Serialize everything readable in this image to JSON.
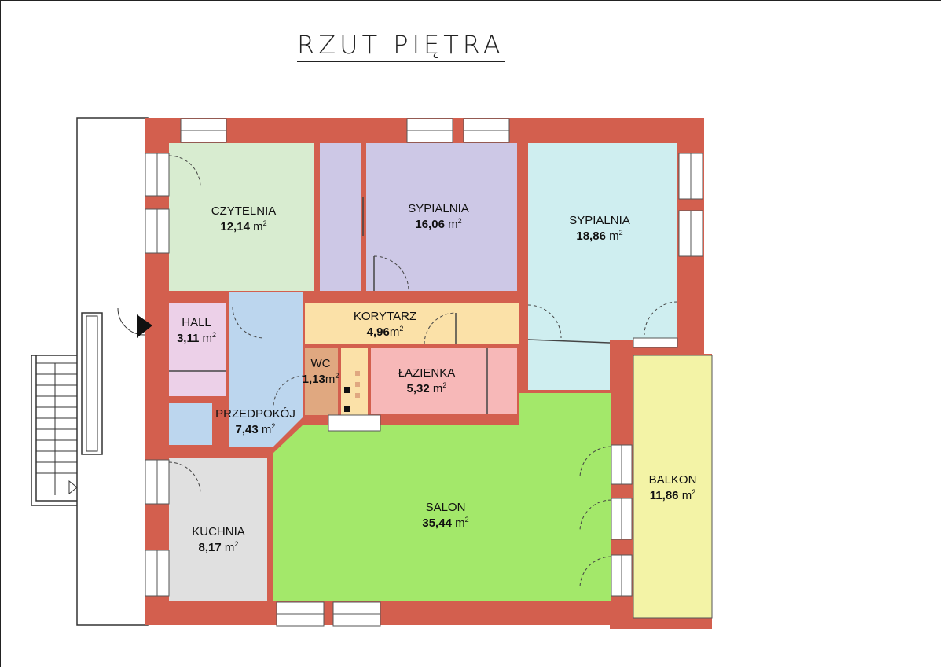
{
  "title": "RZUT PIĘTRA",
  "unit": "m",
  "unit_exp": "2",
  "rooms": [
    {
      "name": "CZYTELNIA",
      "area": "12,14"
    },
    {
      "name": "SYPIALNIA",
      "area": "16,06"
    },
    {
      "name": "SYPIALNIA",
      "area": "18,86"
    },
    {
      "name": "HALL",
      "area": "3,11"
    },
    {
      "name": "KORYTARZ",
      "area": "4,96"
    },
    {
      "name": "WC",
      "area": "1,13"
    },
    {
      "name": "ŁAZIENKA",
      "area": "5,32"
    },
    {
      "name": "PRZEDPOKÓJ",
      "area": "7,43"
    },
    {
      "name": "KUCHNIA",
      "area": "8,17"
    },
    {
      "name": "SALON",
      "area": "35,44"
    },
    {
      "name": "BALKON",
      "area": "11,86"
    }
  ],
  "colors": {
    "wall": "#d35f4e",
    "czytelnia": "#d8ecd0",
    "sypialnia1": "#cdc8e6",
    "sypialnia2": "#cfeef0",
    "hall": "#ecd0e8",
    "korytarz": "#fbe1a8",
    "wc": "#e0a880",
    "lazienka": "#f7b8b8",
    "przedpokoj": "#bcd6ee",
    "kuchnia": "#e0e0e0",
    "salon": "#a3e86a",
    "balkon": "#f3f3a6"
  }
}
